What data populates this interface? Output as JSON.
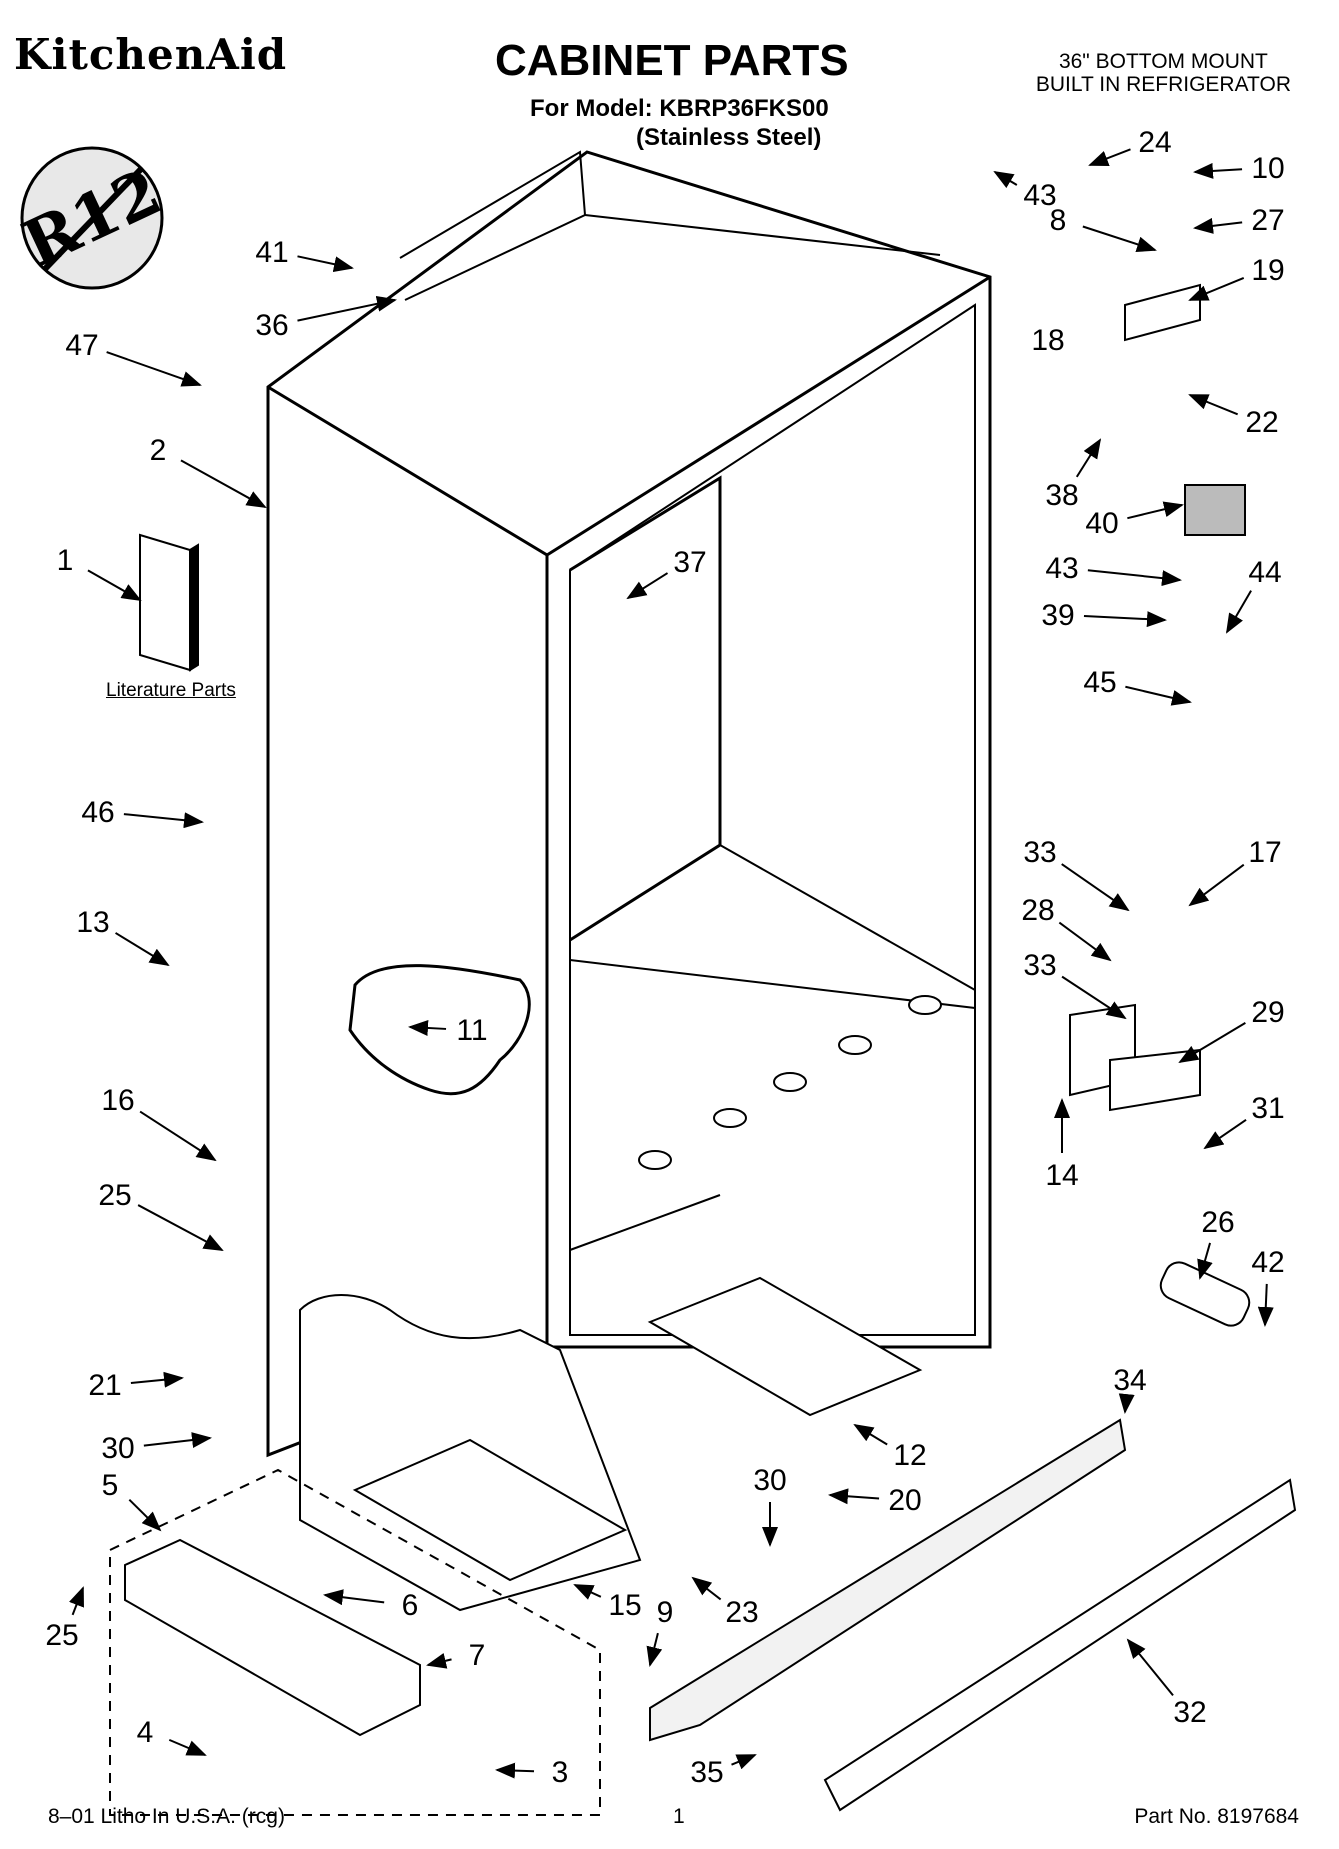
{
  "header": {
    "brand": "KitchenAid",
    "title": "CABINET PARTS",
    "model": "For Model: KBRP36FKS00",
    "finish": "(Stainless Steel)",
    "product_line1": "36\" BOTTOM MOUNT",
    "product_line2": "BUILT IN REFRIGERATOR"
  },
  "badge": {
    "text": "R12"
  },
  "literature_label": "Literature Parts",
  "callouts": [
    {
      "id": "c10",
      "label": "10"
    },
    {
      "id": "c24",
      "label": "24"
    },
    {
      "id": "c43a",
      "label": "43"
    },
    {
      "id": "c8",
      "label": "8"
    },
    {
      "id": "c27",
      "label": "27"
    },
    {
      "id": "c19",
      "label": "19"
    },
    {
      "id": "c18",
      "label": "18"
    },
    {
      "id": "c22",
      "label": "22"
    },
    {
      "id": "c41",
      "label": "41"
    },
    {
      "id": "c36",
      "label": "36"
    },
    {
      "id": "c47",
      "label": "47"
    },
    {
      "id": "c2",
      "label": "2"
    },
    {
      "id": "c1",
      "label": "1"
    },
    {
      "id": "c37",
      "label": "37"
    },
    {
      "id": "c38",
      "label": "38"
    },
    {
      "id": "c40",
      "label": "40"
    },
    {
      "id": "c43b",
      "label": "43"
    },
    {
      "id": "c44",
      "label": "44"
    },
    {
      "id": "c39",
      "label": "39"
    },
    {
      "id": "c45",
      "label": "45"
    },
    {
      "id": "c46",
      "label": "46"
    },
    {
      "id": "c33a",
      "label": "33"
    },
    {
      "id": "c17",
      "label": "17"
    },
    {
      "id": "c28",
      "label": "28"
    },
    {
      "id": "c33b",
      "label": "33"
    },
    {
      "id": "c29",
      "label": "29"
    },
    {
      "id": "c13",
      "label": "13"
    },
    {
      "id": "c11",
      "label": "11"
    },
    {
      "id": "c31",
      "label": "31"
    },
    {
      "id": "c14",
      "label": "14"
    },
    {
      "id": "c16",
      "label": "16"
    },
    {
      "id": "c25a",
      "label": "25"
    },
    {
      "id": "c26",
      "label": "26"
    },
    {
      "id": "c42",
      "label": "42"
    },
    {
      "id": "c34",
      "label": "34"
    },
    {
      "id": "c21",
      "label": "21"
    },
    {
      "id": "c30a",
      "label": "30"
    },
    {
      "id": "c12",
      "label": "12"
    },
    {
      "id": "c30b",
      "label": "30"
    },
    {
      "id": "c20",
      "label": "20"
    },
    {
      "id": "c5",
      "label": "5"
    },
    {
      "id": "c6",
      "label": "6"
    },
    {
      "id": "c15",
      "label": "15"
    },
    {
      "id": "c9",
      "label": "9"
    },
    {
      "id": "c23",
      "label": "23"
    },
    {
      "id": "c25b",
      "label": "25"
    },
    {
      "id": "c7",
      "label": "7"
    },
    {
      "id": "c32",
      "label": "32"
    },
    {
      "id": "c4",
      "label": "4"
    },
    {
      "id": "c3",
      "label": "3"
    },
    {
      "id": "c35",
      "label": "35"
    }
  ],
  "footer": {
    "litho": "8–01 Litho In U.S.A. (rcg)",
    "page": "1",
    "part_no": "Part No. 8197684"
  }
}
